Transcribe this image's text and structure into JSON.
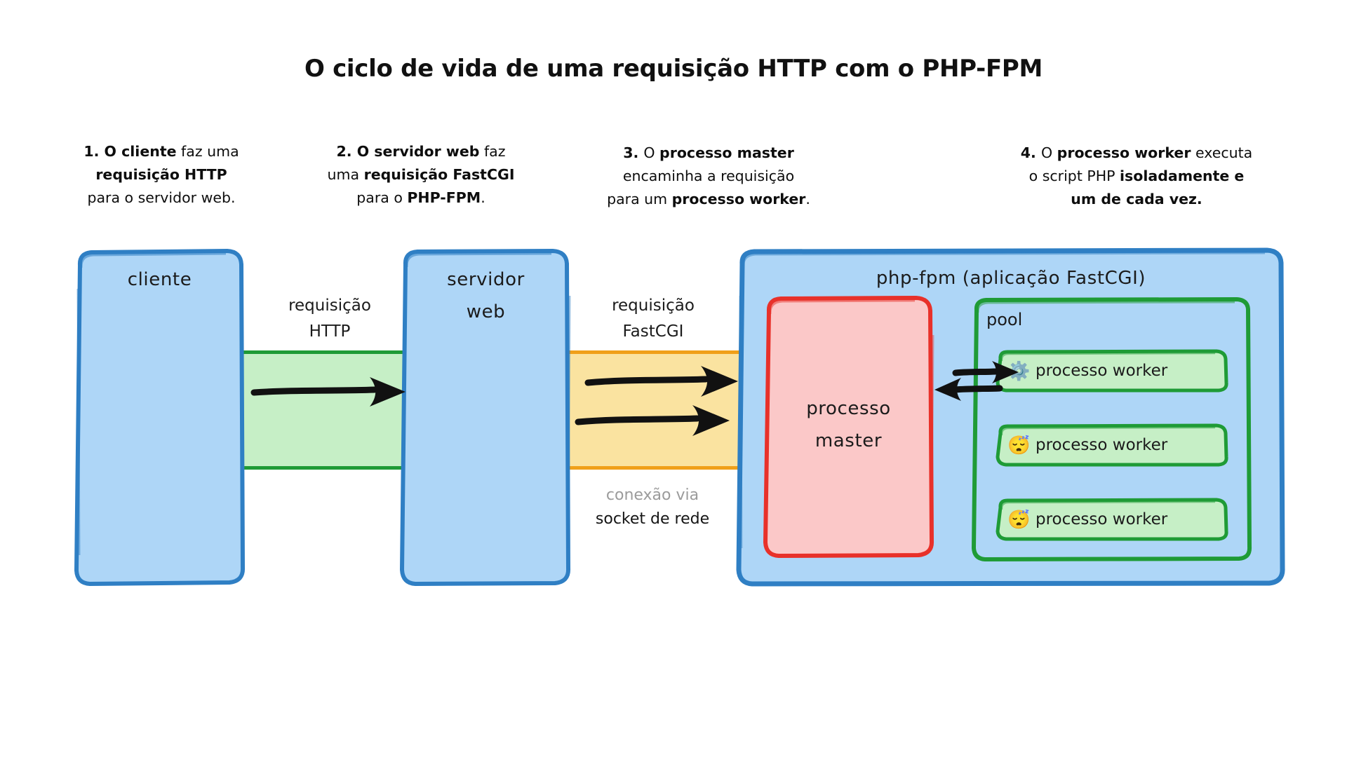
{
  "title": "O ciclo de vida de uma requisição HTTP com o PHP-FPM",
  "steps": [
    {
      "number": "1.",
      "lines": [
        [
          {
            "t": "O cliente",
            "b": true
          },
          {
            "t": " faz uma",
            "b": false
          }
        ],
        [
          {
            "t": "requisição HTTP",
            "b": true
          }
        ],
        [
          {
            "t": "para o servidor web.",
            "b": false
          }
        ]
      ]
    },
    {
      "number": "2.",
      "lines": [
        [
          {
            "t": "O servidor web",
            "b": true
          },
          {
            "t": " faz",
            "b": false
          }
        ],
        [
          {
            "t": "uma ",
            "b": false
          },
          {
            "t": "requisição FastCGI",
            "b": true
          }
        ],
        [
          {
            "t": "para o ",
            "b": false
          },
          {
            "t": "PHP-FPM",
            "b": true
          },
          {
            "t": ".",
            "b": false
          }
        ]
      ]
    },
    {
      "number": "3.",
      "lines": [
        [
          {
            "t": "O ",
            "b": false
          },
          {
            "t": "processo master",
            "b": true
          }
        ],
        [
          {
            "t": "encaminha a requisição",
            "b": false
          }
        ],
        [
          {
            "t": "para um ",
            "b": false
          },
          {
            "t": "processo worker",
            "b": true
          },
          {
            "t": ".",
            "b": false
          }
        ]
      ]
    },
    {
      "number": "4.",
      "lines": [
        [
          {
            "t": "O ",
            "b": false
          },
          {
            "t": "processo worker",
            "b": true
          },
          {
            "t": " executa",
            "b": false
          }
        ],
        [
          {
            "t": "o script PHP ",
            "b": false
          },
          {
            "t": "isoladamente e",
            "b": true
          }
        ],
        [
          {
            "t": "um de cada vez.",
            "b": true
          }
        ]
      ]
    }
  ],
  "nodes": {
    "cliente": {
      "label": "cliente"
    },
    "servidor": {
      "label_line1": "servidor",
      "label_line2": "web"
    },
    "phpfpm": {
      "label": "php-fpm (aplicação FastCGI)"
    },
    "master": {
      "label_line1": "processo",
      "label_line2": "master"
    },
    "pool": {
      "label": "pool"
    }
  },
  "workers": [
    {
      "emoji": "⚙️",
      "icon_name": "gear-icon",
      "label": "processo worker",
      "state": "busy"
    },
    {
      "emoji": "😴",
      "icon_name": "sleeping-face-icon",
      "label": "processo worker",
      "state": "idle"
    },
    {
      "emoji": "😴",
      "icon_name": "sleeping-face-icon",
      "label": "processo worker",
      "state": "idle"
    }
  ],
  "edges": {
    "http": {
      "line1": "requisição",
      "line2": "HTTP"
    },
    "fastcgi": {
      "line1": "requisição",
      "line2": "FastCGI"
    },
    "socket": {
      "line1": "conexão via",
      "line2": "socket de rede"
    }
  },
  "colors": {
    "blue_fill": "#aed6f7",
    "blue_stroke": "#2f7fc4",
    "green_fill": "#c6efc6",
    "green_stroke": "#1f9b36",
    "yellow_fill": "#fae3a0",
    "yellow_stroke": "#f0a019",
    "pink_fill": "#fbc8c8",
    "red_stroke": "#e8312a",
    "ink": "#111111",
    "muted": "#9b9b9b"
  }
}
